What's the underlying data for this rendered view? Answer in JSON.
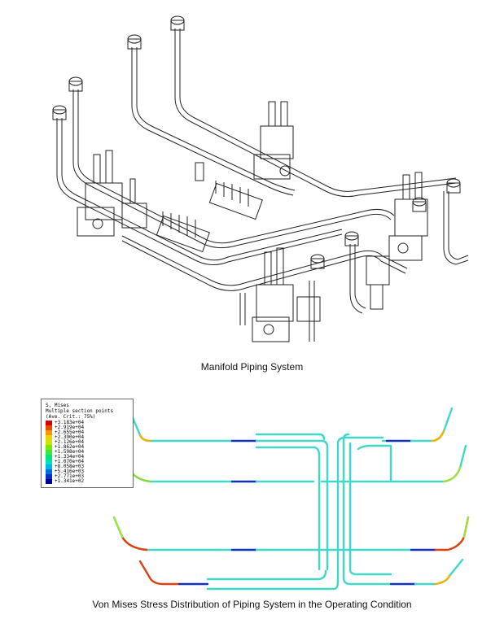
{
  "captions": {
    "top": "Manifold Piping System",
    "bottom": "Von Mises Stress Distribution of Piping System in the Operating Condition"
  },
  "legend": {
    "title": "S, Mises",
    "subtitle": "Multiple section points",
    "crit": "(Ave. Crit.: 75%)",
    "values": [
      "+3.183e+04",
      "+2.919e+04",
      "+2.655e+04",
      "+2.390e+04",
      "+2.126e+04",
      "+1.862e+04",
      "+1.598e+04",
      "+1.334e+04",
      "+1.070e+04",
      "+8.058e+03",
      "+5.416e+03",
      "+2.771e+03",
      "+1.341e+02"
    ],
    "colors": [
      "#d40000",
      "#e84a00",
      "#f29a00",
      "#f2d000",
      "#c8e800",
      "#7ee800",
      "#3ce83c",
      "#00e87a",
      "#00e0c0",
      "#00b8e8",
      "#0070e0",
      "#0030c8",
      "#0000a0"
    ]
  },
  "colors": {
    "pipe_base": "#40d8c8",
    "pipe_low": "#1030c0",
    "pipe_mid": "#a0e040",
    "pipe_high": "#e04010",
    "line_art": "#222222"
  }
}
